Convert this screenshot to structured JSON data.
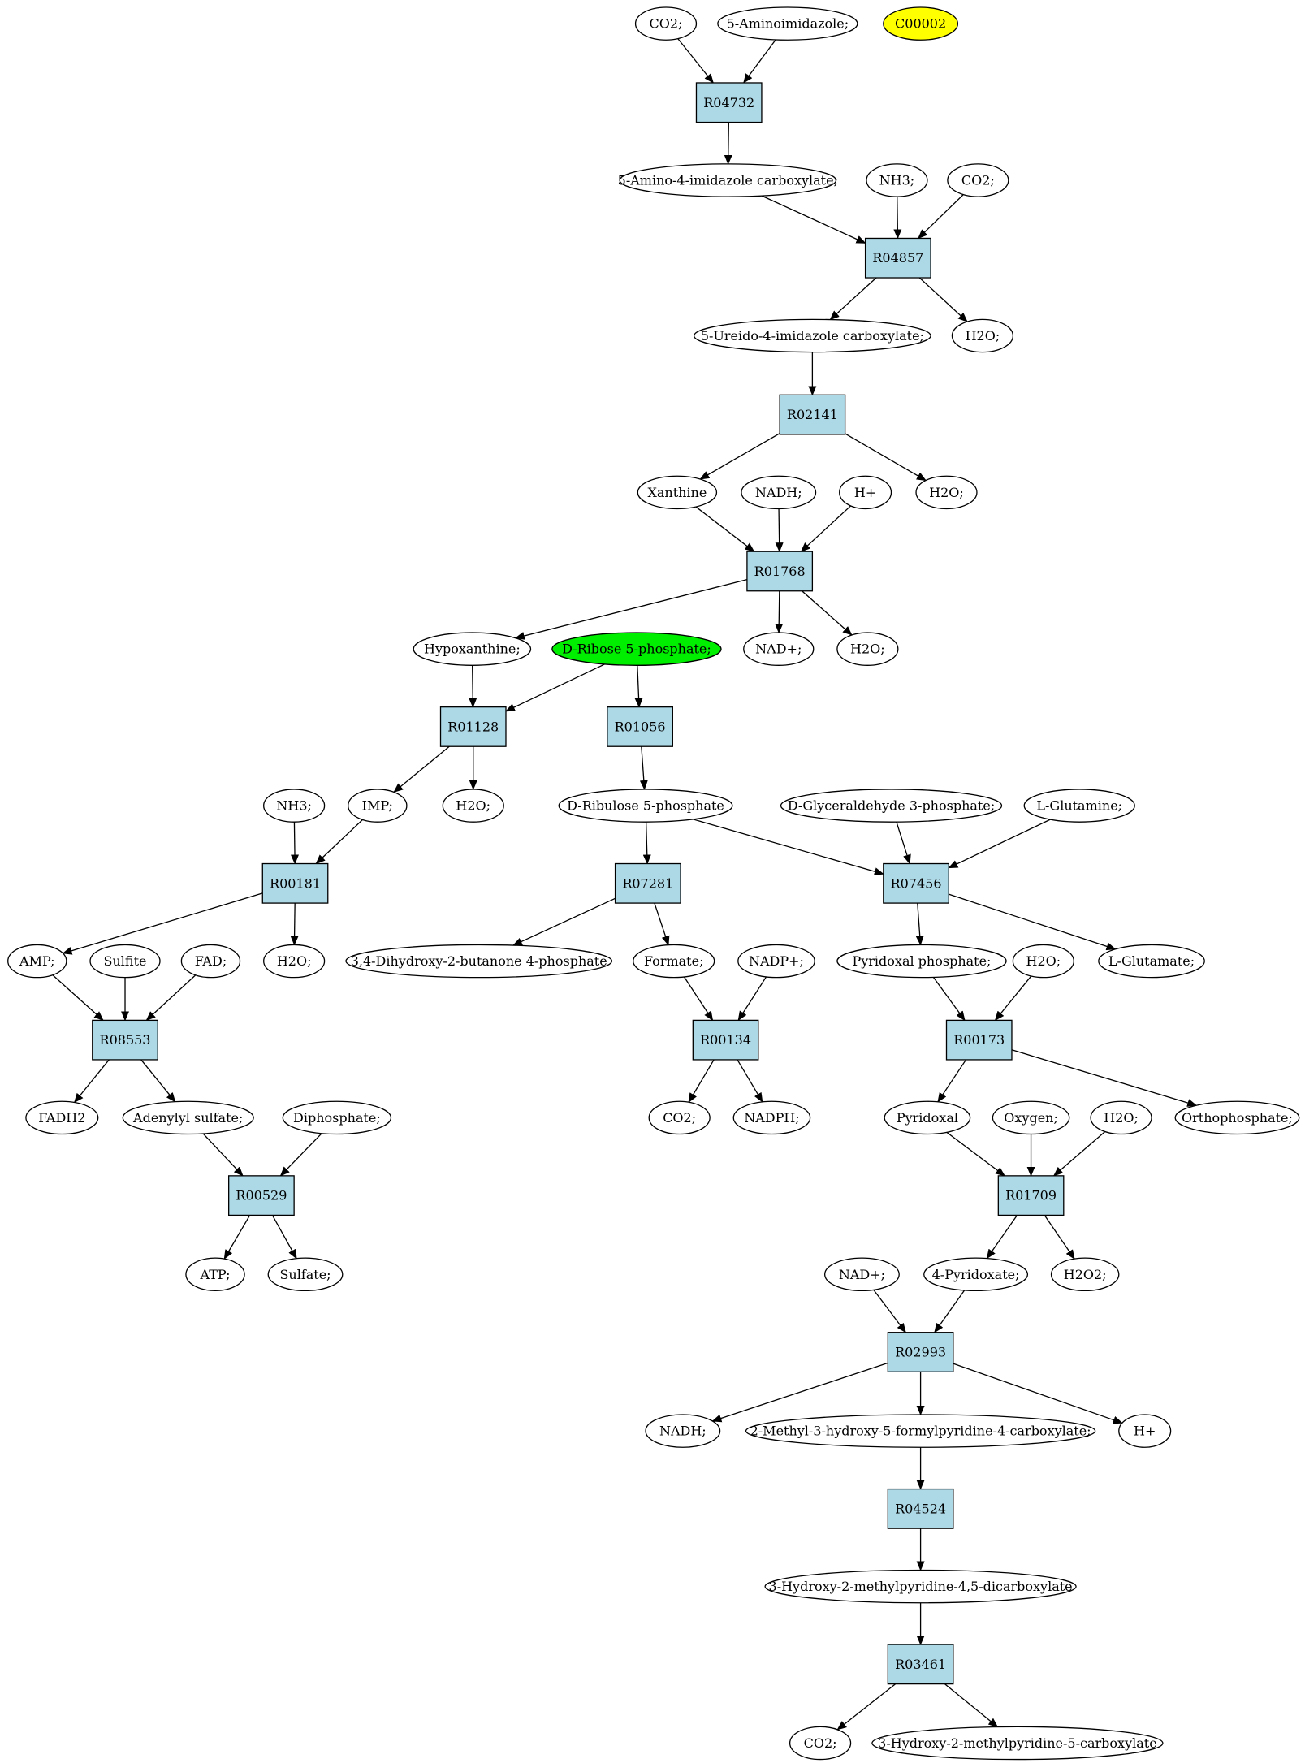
{
  "diagram": {
    "nodes": [
      {
        "id": "m_co2_top",
        "kind": "compound",
        "label": "CO2;"
      },
      {
        "id": "m_aminoimidazole",
        "kind": "compound",
        "label": "5-Aminoimidazole;"
      },
      {
        "id": "m_c00002",
        "kind": "compound",
        "label": "C00002",
        "fill": "#ffff00"
      },
      {
        "id": "r_R04732",
        "kind": "reaction",
        "label": "R04732"
      },
      {
        "id": "m_amino_imidazole_carboxylate",
        "kind": "compound",
        "label": "5-Amino-4-imidazole carboxylate;"
      },
      {
        "id": "m_nh3_a",
        "kind": "compound",
        "label": "NH3;"
      },
      {
        "id": "m_co2_b",
        "kind": "compound",
        "label": "CO2;"
      },
      {
        "id": "r_R04857",
        "kind": "reaction",
        "label": "R04857"
      },
      {
        "id": "m_ureido_imidazole_carboxylate",
        "kind": "compound",
        "label": "5-Ureido-4-imidazole carboxylate;"
      },
      {
        "id": "m_h2o_a",
        "kind": "compound",
        "label": "H2O;"
      },
      {
        "id": "r_R02141",
        "kind": "reaction",
        "label": "R02141"
      },
      {
        "id": "m_xanthine",
        "kind": "compound",
        "label": "Xanthine"
      },
      {
        "id": "m_nadh_a",
        "kind": "compound",
        "label": "NADH;"
      },
      {
        "id": "m_hplus_a",
        "kind": "compound",
        "label": "H+"
      },
      {
        "id": "m_h2o_b",
        "kind": "compound",
        "label": "H2O;"
      },
      {
        "id": "r_R01768",
        "kind": "reaction",
        "label": "R01768"
      },
      {
        "id": "m_hypoxanthine",
        "kind": "compound",
        "label": "Hypoxanthine;"
      },
      {
        "id": "m_ribose5p",
        "kind": "compound",
        "label": "D-Ribose 5-phosphate;",
        "fill": "#00ee00"
      },
      {
        "id": "m_nadplus_a",
        "kind": "compound",
        "label": "NAD+;"
      },
      {
        "id": "m_h2o_c",
        "kind": "compound",
        "label": "H2O;"
      },
      {
        "id": "r_R01128",
        "kind": "reaction",
        "label": "R01128"
      },
      {
        "id": "r_R01056",
        "kind": "reaction",
        "label": "R01056"
      },
      {
        "id": "m_nh3_b",
        "kind": "compound",
        "label": "NH3;"
      },
      {
        "id": "m_imp",
        "kind": "compound",
        "label": "IMP;"
      },
      {
        "id": "m_h2o_d",
        "kind": "compound",
        "label": "H2O;"
      },
      {
        "id": "m_ribulose5p",
        "kind": "compound",
        "label": "D-Ribulose 5-phosphate"
      },
      {
        "id": "m_glyceraldehyde3p",
        "kind": "compound",
        "label": "D-Glyceraldehyde 3-phosphate;"
      },
      {
        "id": "m_glutamine",
        "kind": "compound",
        "label": "L-Glutamine;"
      },
      {
        "id": "r_R00181",
        "kind": "reaction",
        "label": "R00181"
      },
      {
        "id": "r_R07281",
        "kind": "reaction",
        "label": "R07281"
      },
      {
        "id": "r_R07456",
        "kind": "reaction",
        "label": "R07456"
      },
      {
        "id": "m_amp",
        "kind": "compound",
        "label": "AMP;"
      },
      {
        "id": "m_sulfite",
        "kind": "compound",
        "label": "Sulfite"
      },
      {
        "id": "m_fad",
        "kind": "compound",
        "label": "FAD;"
      },
      {
        "id": "m_h2o_e",
        "kind": "compound",
        "label": "H2O;"
      },
      {
        "id": "m_dihydroxybutanone4p",
        "kind": "compound",
        "label": "3,4-Dihydroxy-2-butanone 4-phosphate"
      },
      {
        "id": "m_formate",
        "kind": "compound",
        "label": "Formate;"
      },
      {
        "id": "m_nadpplus",
        "kind": "compound",
        "label": "NADP+;"
      },
      {
        "id": "m_pyridoxal_phosphate",
        "kind": "compound",
        "label": "Pyridoxal phosphate;"
      },
      {
        "id": "m_h2o_f",
        "kind": "compound",
        "label": "H2O;"
      },
      {
        "id": "m_glutamate",
        "kind": "compound",
        "label": "L-Glutamate;"
      },
      {
        "id": "r_R08553",
        "kind": "reaction",
        "label": "R08553"
      },
      {
        "id": "r_R00134",
        "kind": "reaction",
        "label": "R00134"
      },
      {
        "id": "r_R00173",
        "kind": "reaction",
        "label": "R00173"
      },
      {
        "id": "m_fadh2",
        "kind": "compound",
        "label": "FADH2"
      },
      {
        "id": "m_adenylyl_sulfate",
        "kind": "compound",
        "label": "Adenylyl sulfate;"
      },
      {
        "id": "m_diphosphate",
        "kind": "compound",
        "label": "Diphosphate;"
      },
      {
        "id": "m_co2_c",
        "kind": "compound",
        "label": "CO2;"
      },
      {
        "id": "m_nadph",
        "kind": "compound",
        "label": "NADPH;"
      },
      {
        "id": "m_pyridoxal",
        "kind": "compound",
        "label": "Pyridoxal"
      },
      {
        "id": "m_oxygen",
        "kind": "compound",
        "label": "Oxygen;"
      },
      {
        "id": "m_h2o_g",
        "kind": "compound",
        "label": "H2O;"
      },
      {
        "id": "m_orthophosphate",
        "kind": "compound",
        "label": "Orthophosphate;"
      },
      {
        "id": "r_R00529",
        "kind": "reaction",
        "label": "R00529"
      },
      {
        "id": "r_R01709",
        "kind": "reaction",
        "label": "R01709"
      },
      {
        "id": "m_atp",
        "kind": "compound",
        "label": "ATP;"
      },
      {
        "id": "m_sulfate",
        "kind": "compound",
        "label": "Sulfate;"
      },
      {
        "id": "m_nadplus_b",
        "kind": "compound",
        "label": "NAD+;"
      },
      {
        "id": "m_pyridoxate",
        "kind": "compound",
        "label": "4-Pyridoxate;"
      },
      {
        "id": "m_h2o2",
        "kind": "compound",
        "label": "H2O2;"
      },
      {
        "id": "r_R02993",
        "kind": "reaction",
        "label": "R02993"
      },
      {
        "id": "m_nadh_b",
        "kind": "compound",
        "label": "NADH;"
      },
      {
        "id": "m_methyl_hydroxy_formylpyridine_carboxylate",
        "kind": "compound",
        "label": "2-Methyl-3-hydroxy-5-formylpyridine-4-carboxylate;"
      },
      {
        "id": "m_hplus_b",
        "kind": "compound",
        "label": "H+"
      },
      {
        "id": "r_R04524",
        "kind": "reaction",
        "label": "R04524"
      },
      {
        "id": "m_hydroxy_methylpyridine_dicarboxylate",
        "kind": "compound",
        "label": "3-Hydroxy-2-methylpyridine-4,5-dicarboxylate"
      },
      {
        "id": "r_R03461",
        "kind": "reaction",
        "label": "R03461"
      },
      {
        "id": "m_co2_d",
        "kind": "compound",
        "label": "CO2;"
      },
      {
        "id": "m_hydroxy_methylpyridine_carboxylate",
        "kind": "compound",
        "label": "3-Hydroxy-2-methylpyridine-5-carboxylate"
      }
    ],
    "edges": [
      [
        "m_co2_top",
        "r_R04732"
      ],
      [
        "m_aminoimidazole",
        "r_R04732"
      ],
      [
        "r_R04732",
        "m_amino_imidazole_carboxylate"
      ],
      [
        "m_amino_imidazole_carboxylate",
        "r_R04857"
      ],
      [
        "m_nh3_a",
        "r_R04857"
      ],
      [
        "m_co2_b",
        "r_R04857"
      ],
      [
        "r_R04857",
        "m_ureido_imidazole_carboxylate"
      ],
      [
        "r_R04857",
        "m_h2o_a"
      ],
      [
        "m_ureido_imidazole_carboxylate",
        "r_R02141"
      ],
      [
        "r_R02141",
        "m_xanthine"
      ],
      [
        "r_R02141",
        "m_h2o_b"
      ],
      [
        "m_xanthine",
        "r_R01768"
      ],
      [
        "m_nadh_a",
        "r_R01768"
      ],
      [
        "m_hplus_a",
        "r_R01768"
      ],
      [
        "r_R01768",
        "m_hypoxanthine"
      ],
      [
        "r_R01768",
        "m_nadplus_a"
      ],
      [
        "r_R01768",
        "m_h2o_c"
      ],
      [
        "m_hypoxanthine",
        "r_R01128"
      ],
      [
        "m_ribose5p",
        "r_R01128"
      ],
      [
        "m_ribose5p",
        "r_R01056"
      ],
      [
        "r_R01128",
        "m_imp"
      ],
      [
        "r_R01128",
        "m_h2o_d"
      ],
      [
        "r_R01056",
        "m_ribulose5p"
      ],
      [
        "m_nh3_b",
        "r_R00181"
      ],
      [
        "m_imp",
        "r_R00181"
      ],
      [
        "r_R00181",
        "m_amp"
      ],
      [
        "r_R00181",
        "m_h2o_e"
      ],
      [
        "m_ribulose5p",
        "r_R07281"
      ],
      [
        "m_ribulose5p",
        "r_R07456"
      ],
      [
        "m_glyceraldehyde3p",
        "r_R07456"
      ],
      [
        "m_glutamine",
        "r_R07456"
      ],
      [
        "r_R07281",
        "m_dihydroxybutanone4p"
      ],
      [
        "r_R07281",
        "m_formate"
      ],
      [
        "r_R07456",
        "m_pyridoxal_phosphate"
      ],
      [
        "r_R07456",
        "m_glutamate"
      ],
      [
        "m_amp",
        "r_R08553"
      ],
      [
        "m_sulfite",
        "r_R08553"
      ],
      [
        "m_fad",
        "r_R08553"
      ],
      [
        "m_formate",
        "r_R00134"
      ],
      [
        "m_nadpplus",
        "r_R00134"
      ],
      [
        "m_pyridoxal_phosphate",
        "r_R00173"
      ],
      [
        "m_h2o_f",
        "r_R00173"
      ],
      [
        "r_R08553",
        "m_fadh2"
      ],
      [
        "r_R08553",
        "m_adenylyl_sulfate"
      ],
      [
        "r_R00134",
        "m_co2_c"
      ],
      [
        "r_R00134",
        "m_nadph"
      ],
      [
        "r_R00173",
        "m_pyridoxal"
      ],
      [
        "r_R00173",
        "m_orthophosphate"
      ],
      [
        "m_adenylyl_sulfate",
        "r_R00529"
      ],
      [
        "m_diphosphate",
        "r_R00529"
      ],
      [
        "m_pyridoxal",
        "r_R01709"
      ],
      [
        "m_oxygen",
        "r_R01709"
      ],
      [
        "m_h2o_g",
        "r_R01709"
      ],
      [
        "r_R00529",
        "m_atp"
      ],
      [
        "r_R00529",
        "m_sulfate"
      ],
      [
        "r_R01709",
        "m_pyridoxate"
      ],
      [
        "r_R01709",
        "m_h2o2"
      ],
      [
        "m_nadplus_b",
        "r_R02993"
      ],
      [
        "m_pyridoxate",
        "r_R02993"
      ],
      [
        "r_R02993",
        "m_nadh_b"
      ],
      [
        "r_R02993",
        "m_methyl_hydroxy_formylpyridine_carboxylate"
      ],
      [
        "r_R02993",
        "m_hplus_b"
      ],
      [
        "m_methyl_hydroxy_formylpyridine_carboxylate",
        "r_R04524"
      ],
      [
        "r_R04524",
        "m_hydroxy_methylpyridine_dicarboxylate"
      ],
      [
        "m_hydroxy_methylpyridine_dicarboxylate",
        "r_R03461"
      ],
      [
        "r_R03461",
        "m_co2_d"
      ],
      [
        "r_R03461",
        "m_hydroxy_methylpyridine_carboxylate"
      ]
    ]
  },
  "colors": {
    "reaction_fill": "#add8e6",
    "compound_fill": "#ffffff",
    "stroke": "#000000"
  }
}
